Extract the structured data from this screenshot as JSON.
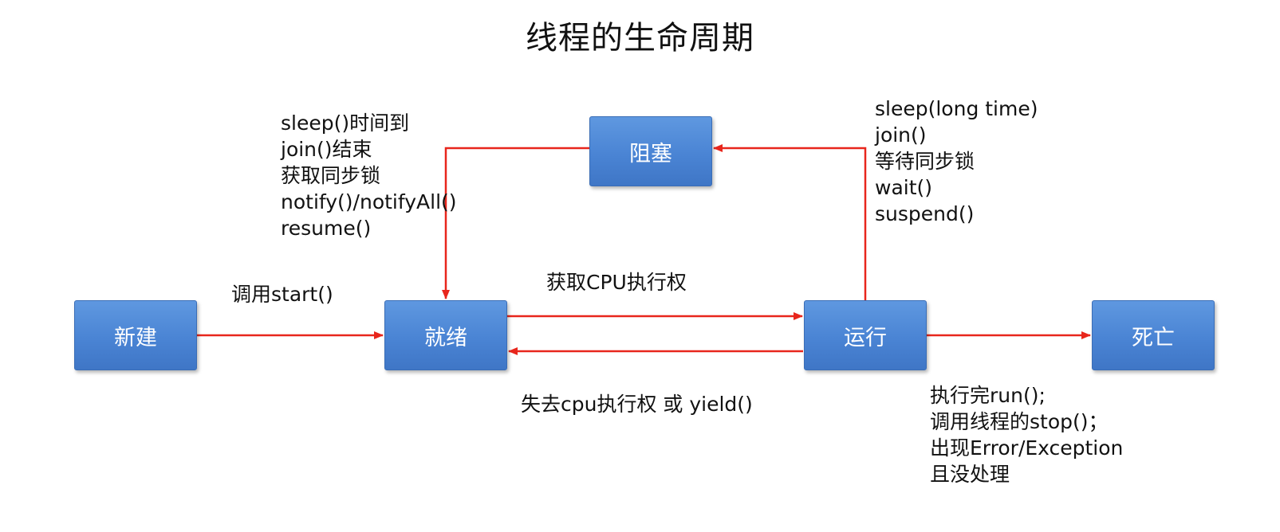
{
  "title": "线程的生命周期",
  "states": {
    "new": "新建",
    "ready": "就绪",
    "running": "运行",
    "blocked": "阻塞",
    "dead": "死亡"
  },
  "transitions": {
    "start": "调用start()",
    "get_cpu": "获取CPU执行权",
    "lose_cpu": "失去cpu执行权 或 yield()",
    "wake": [
      "sleep()时间到",
      "join()结束",
      "获取同步锁",
      "notify()/notifyAll()",
      "resume()"
    ],
    "block": [
      "sleep(long time)",
      "join()",
      "等待同步锁",
      "wait()",
      "suspend()"
    ],
    "death": [
      "执行完run();",
      "调用线程的stop()；",
      "出现Error/Exception",
      "且没处理"
    ]
  },
  "colors": {
    "arrow": "#e8261c",
    "state_fill": "#4a84d4",
    "state_text": "#ffffff"
  }
}
